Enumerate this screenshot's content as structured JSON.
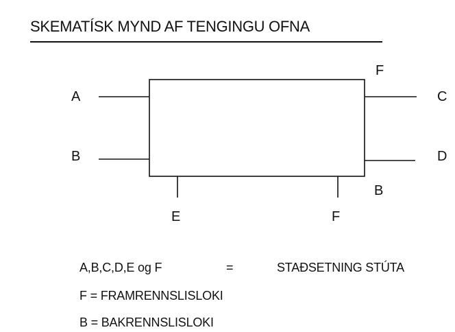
{
  "title": "SKEMATÍSK MYND AF TENGINGU OFNA",
  "diagram": {
    "labels": {
      "a": "A",
      "b_left": "B",
      "c": "C",
      "d": "D",
      "f_top": "F",
      "b_right": "B",
      "e": "E",
      "f_bottom": "F"
    }
  },
  "legend": {
    "line1_codes": "A,B,C,D,E og F",
    "line1_equals": "=",
    "line1_desc": "STAÐSETNING STÚTA",
    "line2": "F = FRAMRENNSLISLOKI",
    "line3": "B = BAKRENNSLISLOKI"
  }
}
